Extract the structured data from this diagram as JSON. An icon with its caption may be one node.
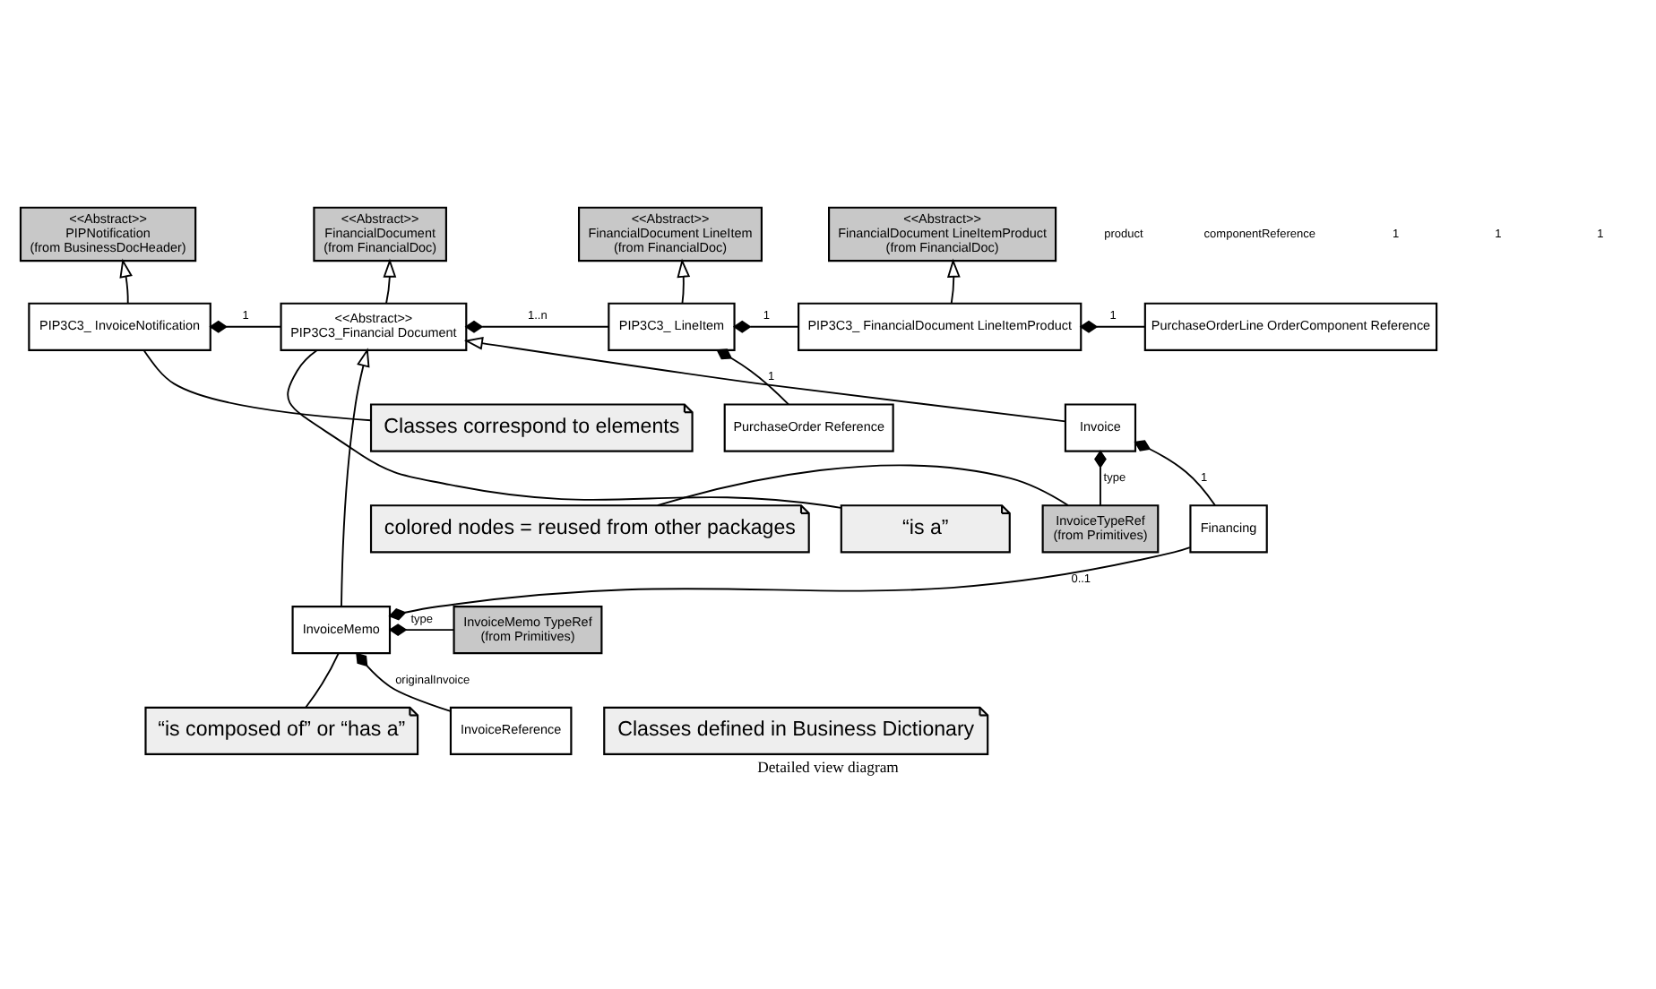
{
  "diagram": {
    "caption": "Detailed view diagram",
    "nodes": [
      {
        "text": [
          "<<Abstract>>",
          "PIPNotification",
          "(from BusinessDocHeader)"
        ]
      },
      {
        "text": [
          "<<Abstract>>",
          "FinancialDocument",
          "(from FinancialDoc)"
        ]
      },
      {
        "text": [
          "<<Abstract>>",
          "FinancialDocument LineItem",
          "(from FinancialDoc)"
        ]
      },
      {
        "text": [
          "<<Abstract>>",
          "FinancialDocument LineItemProduct",
          "(from FinancialDoc)"
        ]
      },
      {
        "text": [
          "PIP3C3_ InvoiceNotification"
        ]
      },
      {
        "text": [
          "<<Abstract>>",
          "PIP3C3_Financial Document"
        ]
      },
      {
        "text": [
          "PIP3C3_ LineItem"
        ]
      },
      {
        "text": [
          "PIP3C3_ FinancialDocument LineItemProduct"
        ]
      },
      {
        "text": [
          "PurchaseOrderLine OrderComponent Reference"
        ]
      },
      {
        "text": [
          "PurchaseOrder Reference"
        ]
      },
      {
        "text": [
          "Invoice"
        ]
      },
      {
        "text": [
          "InvoiceTypeRef",
          "(from Primitives)"
        ]
      },
      {
        "text": [
          "Financing"
        ]
      },
      {
        "text": [
          "InvoiceMemo"
        ]
      },
      {
        "text": [
          "InvoiceMemo TypeRef",
          "(from Primitives)"
        ]
      },
      {
        "text": [
          "InvoiceReference"
        ]
      },
      {
        "text": [
          "Classes correspond to elements"
        ]
      },
      {
        "text": [
          "“is a”"
        ]
      },
      {
        "text": [
          "colored nodes = reused from other packages"
        ]
      },
      {
        "text": [
          "“is composed of” or “has a”"
        ]
      },
      {
        "text": [
          "Classes defined in Business Dictionary"
        ]
      }
    ],
    "edges": [
      {
        "from": 4,
        "to": 0,
        "arrow": "to"
      },
      {
        "from": 5,
        "to": 1,
        "arrow": "to"
      },
      {
        "from": 6,
        "to": 2,
        "arrow": "to"
      },
      {
        "from": 7,
        "to": 3,
        "arrow": "to"
      },
      {
        "from": 4,
        "to": 5,
        "arrow": "other",
        "label": "1"
      },
      {
        "from": 5,
        "to": 6,
        "arrow": "other",
        "label": "1..n"
      },
      {
        "from": 6,
        "to": 7,
        "arrow": "other",
        "label": "1"
      },
      {
        "from": 6,
        "to": 9,
        "arrow": "other",
        "label": "1"
      },
      {
        "from": 7,
        "to": 8,
        "arrow": "other",
        "label": "1"
      },
      {
        "from": 10,
        "to": 5,
        "arrow": "to"
      },
      {
        "from": 13,
        "to": 5,
        "arrow": "to"
      },
      {
        "from": 10,
        "to": 11,
        "arrow": "other",
        "label": "type"
      },
      {
        "from": 10,
        "to": 12,
        "arrow": "other",
        "label": "1"
      },
      {
        "from": 13,
        "to": 12,
        "arrow": "other",
        "label": "0..1"
      },
      {
        "from": 13,
        "to": 14,
        "arrow": "other",
        "label": "type"
      },
      {
        "from": 13,
        "to": 15,
        "arrow": "other",
        "label": "originalInvoice"
      },
      {
        "from": 16,
        "to": 4,
        "arrow": "none"
      },
      {
        "from": 17,
        "to": 5,
        "arrow": "none"
      },
      {
        "from": 18,
        "to": 11,
        "arrow": "none"
      },
      {
        "from": 19,
        "to": 13,
        "arrow": "none"
      }
    ],
    "labels": [
      "product",
      "componentReference",
      "1",
      "1",
      "1"
    ]
  }
}
